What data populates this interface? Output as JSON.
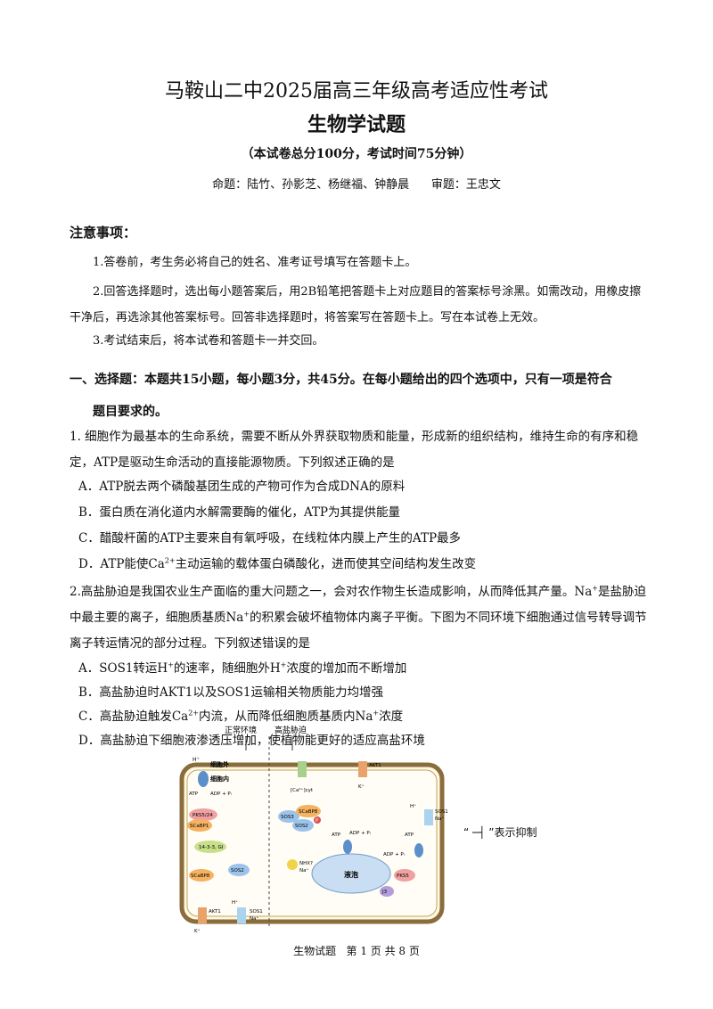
{
  "header": {
    "school_title": "马鞍山二中2025届高三年级高考适应性考试",
    "subject_title": "生物学试题",
    "exam_info": "（本试卷总分100分，考试时间75分钟）",
    "authors": "命题：陆竹、孙影芝、杨继福、钟静晨      审题：王忠文"
  },
  "notice": {
    "heading": "注意事项：",
    "items": [
      "1.答卷前，考生务必将自己的姓名、准考证号填写在答题卡上。",
      "2.回答选择题时，选出每小题答案后，用2B铅笔把答题卡上对应题目的答案标号涂黑。如需改动，用橡皮擦干净后，再选涂其他答案标号。回答非选择题时，将答案写在答题卡上。写在本试卷上无效。",
      "3.考试结束后，将本试卷和答题卡一并交回。"
    ]
  },
  "section1": {
    "line1": "一、选择题：本题共15小题，每小题3分，共45分。在每小题给出的四个选项中，只有一项是符合",
    "line2": "题目要求的。"
  },
  "q1": {
    "stem": "1.  细胞作为最基本的生命系统，需要不断从外界获取物质和能量，形成新的组织结构，维持生命的有序和稳定，ATP是驱动生命活动的直接能源物质。下列叙述正确的是",
    "A": "A．ATP脱去两个磷酸基团生成的产物可作为合成DNA的原料",
    "B": "B．蛋白质在消化道内水解需要酶的催化，ATP为其提供能量",
    "C": "C．醋酸杆菌的ATP主要来自有氧呼吸，在线粒体内膜上产生的ATP最多",
    "D_pre": "D．ATP能使Ca",
    "D_sup": "2+",
    "D_post": "主动运输的载体蛋白磷酸化，进而使其空间结构发生改变"
  },
  "q2": {
    "stem_a": "2.高盐胁迫是我国农业生产面临的重大问题之一，会对农作物生长造成影响，从而降低其产量。Na",
    "stem_a_sup": "+",
    "stem_b": "是盐胁迫中最主要的离子，细胞质基质Na",
    "stem_b_sup": "+",
    "stem_c": "的积累会破坏植物体内离子平衡。下图为不同环境下细胞通过信号转导调节离子转运情况的部分过程。下列叙述错误的是",
    "A_pre": "A．SOS1转运H",
    "A_sup": "+",
    "A_post": "的速率，随细胞外H",
    "A_sup2": "+",
    "A_end": "浓度的增加而不断增加",
    "B": "B．高盐胁迫时AKT1以及SOS1运输相关物质能力均增强",
    "C_pre": "C．高盐胁迫触发Ca",
    "C_sup": "2+",
    "C_mid": "内流，从而降低细胞质基质内Na",
    "C_sup2": "+",
    "C_end": "浓度",
    "D": "D．高盐胁迫下细胞液渗透压增加，使植物能更好的适应高盐环境"
  },
  "figure": {
    "normal": "正常环境",
    "salt": "高盐胁迫",
    "outside": "细胞外",
    "inside": "细胞内",
    "h_plus": "H⁺",
    "atp": "ATP",
    "adp": "ADP + Pᵢ",
    "pks": "PKS5/24",
    "scabp1": "SCaBP1",
    "g1433": "14-3-3, GI",
    "sos2": "SOS2",
    "scabp8": "SCaBP8",
    "akt1": "AKT1",
    "sos1": "SOS1",
    "k_plus": "K⁺",
    "na_plus": "Na⁺",
    "ca": "[Ca²⁺]cyt",
    "sos3": "SOS3",
    "p": "P",
    "nhx": "NHX?",
    "vacuole": "液泡",
    "pks5": "PKS5",
    "j3": "J3",
    "legend": "“ ─┤ ”表示抑制"
  },
  "footer": "生物试题   第 1 页 共 8 页"
}
